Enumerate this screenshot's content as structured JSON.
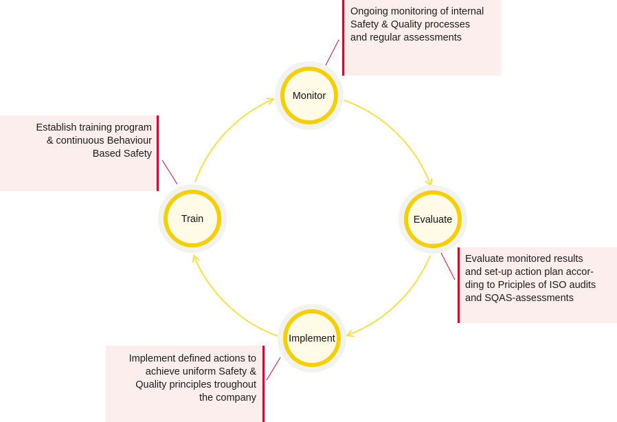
{
  "colors": {
    "arrow": "#f6e04a",
    "node_ring": "#f5cf00",
    "node_fill": "#fffbe6",
    "halo": "#f2f2ee",
    "note_background": "#fdeeee",
    "note_accent": "#c8102e"
  },
  "nodes": [
    {
      "id": "monitor",
      "label": "Monitor"
    },
    {
      "id": "evaluate",
      "label": "Evaluate"
    },
    {
      "id": "implement",
      "label": "Implement"
    },
    {
      "id": "train",
      "label": "Train"
    }
  ],
  "notes": {
    "monitor": "Ongoing monitoring of internal\nSafety & Quality processes\nand regular assessments",
    "train": "Establish training program\n& continuous Behaviour\nBased Safety",
    "evaluate": "Evaluate monitored results\nand set-up action plan accor-\nding to Priciples of ISO audits\nand SQAS-assessments",
    "implement": "Implement defined actions to\nachieve uniform Safety &\nQuality principles troughout\nthe company"
  }
}
